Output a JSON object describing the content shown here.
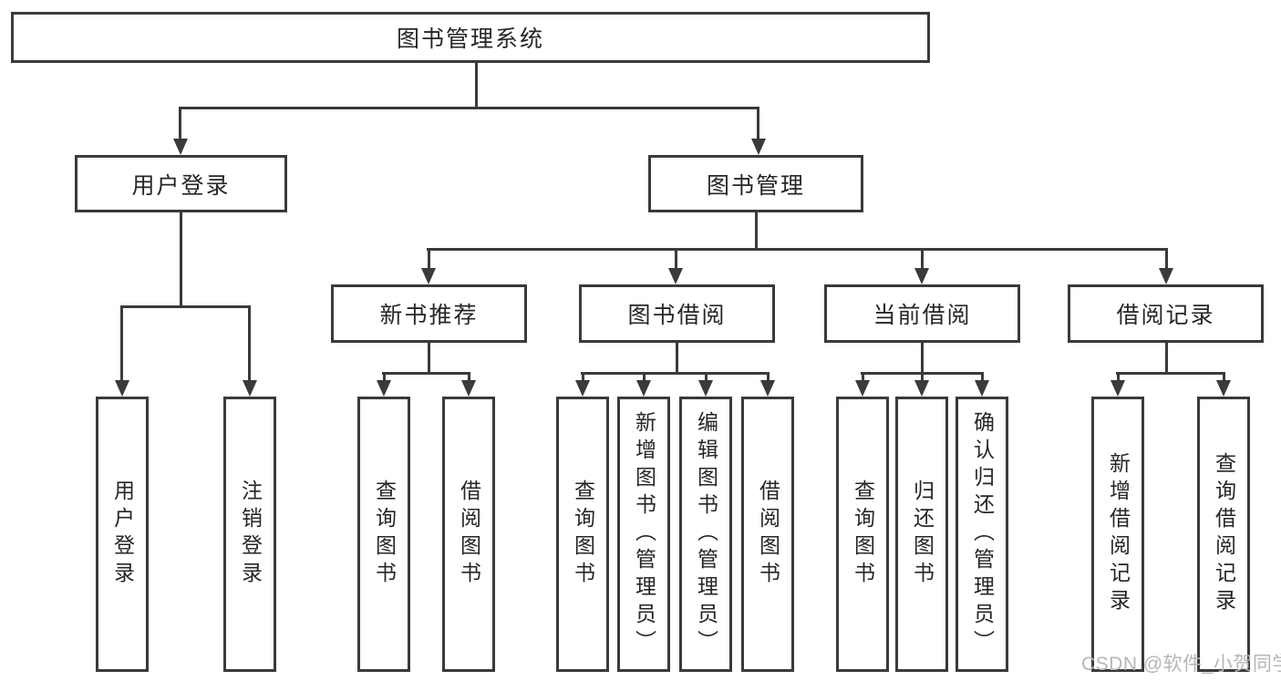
{
  "diagram": {
    "title": "图书管理系统",
    "root": {
      "label": "图书管理系统"
    },
    "branches": [
      {
        "label": "用户登录",
        "children": [
          {
            "label": "用户登录"
          },
          {
            "label": "注销登录"
          }
        ]
      },
      {
        "label": "图书管理",
        "children": [
          {
            "label": "新书推荐",
            "children": [
              {
                "label": "查询图书"
              },
              {
                "label": "借阅图书"
              }
            ]
          },
          {
            "label": "图书借阅",
            "children": [
              {
                "label": "查询图书"
              },
              {
                "label": "新增图书（管理员）"
              },
              {
                "label": "编辑图书（管理员）"
              },
              {
                "label": "借阅图书"
              }
            ]
          },
          {
            "label": "当前借阅",
            "children": [
              {
                "label": "查询图书"
              },
              {
                "label": "归还图书"
              },
              {
                "label": "确认归还（管理员）"
              }
            ]
          },
          {
            "label": "借阅记录",
            "children": [
              {
                "label": "新增借阅记录"
              },
              {
                "label": "查询借阅记录"
              }
            ]
          }
        ]
      }
    ]
  },
  "watermark": {
    "text": "CSDN @软件_小贺同学"
  },
  "colors": {
    "line": "#3a3a3a",
    "text": "#262626",
    "background": "#ffffff",
    "watermark": "#b6b6b6"
  }
}
